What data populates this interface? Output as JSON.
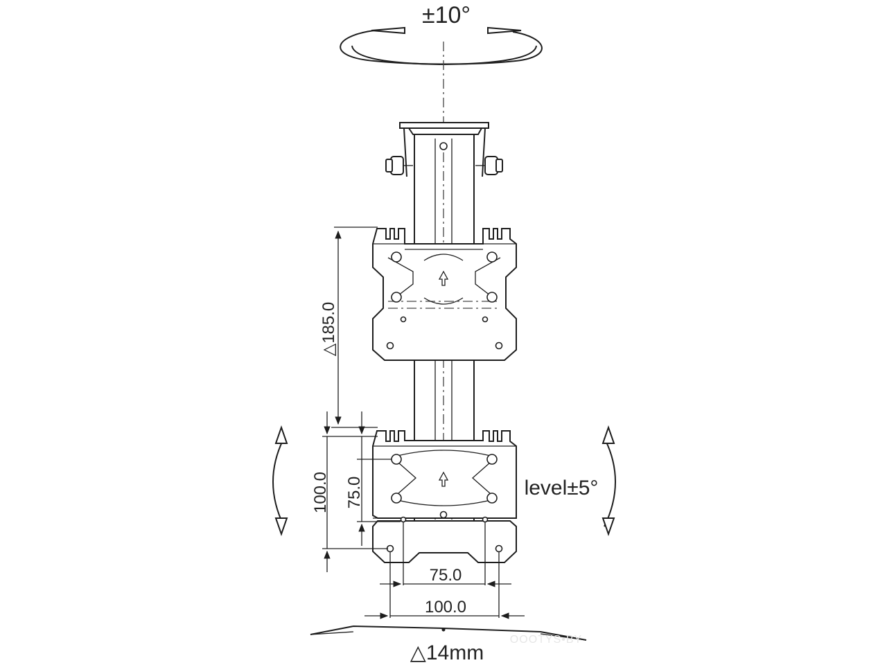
{
  "diagram": {
    "rotation_label": "±10°",
    "tilt_label": "level±5°",
    "dim_plate_spacing": "△185.0",
    "dim_vesa_100_vertical": "100.0",
    "dim_vesa_75_vertical": "75.0",
    "dim_vesa_75_horizontal": "75.0",
    "dim_vesa_100_horizontal": "100.0",
    "base_label": "△14mm",
    "watermark": "OOOTYS•BY"
  },
  "colors": {
    "line": "#1d1d1d",
    "background": "#ffffff"
  }
}
